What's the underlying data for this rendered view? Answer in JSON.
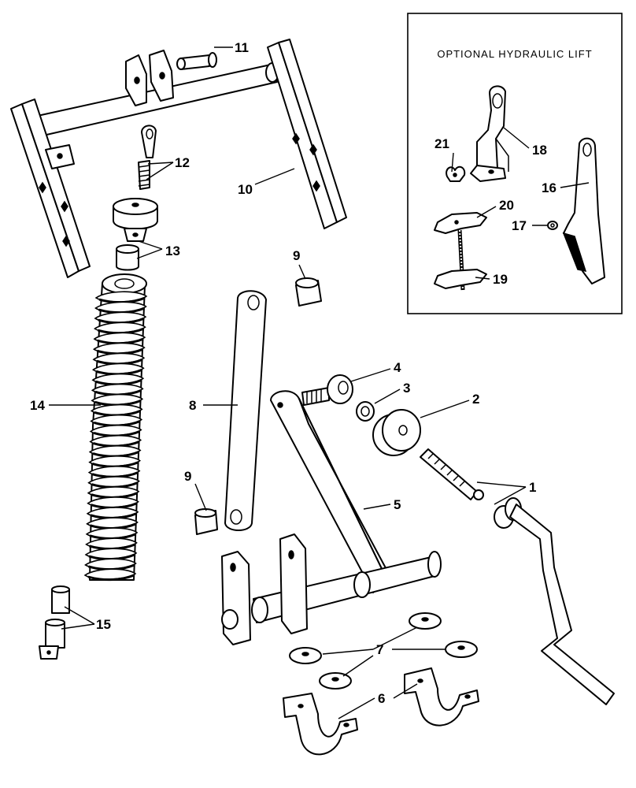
{
  "inset": {
    "title": "OPTIONAL HYDRAULIC LIFT"
  },
  "callouts": {
    "n1": "1",
    "n2": "2",
    "n3": "3",
    "n4": "4",
    "n5": "5",
    "n6": "6",
    "n7": "7",
    "n8": "8",
    "n9a": "9",
    "n9b": "9",
    "n10": "10",
    "n11": "11",
    "n12": "12",
    "n13": "13",
    "n14": "14",
    "n15": "15",
    "n16": "16",
    "n17": "17",
    "n18": "18",
    "n19": "19",
    "n20": "20",
    "n21": "21"
  }
}
